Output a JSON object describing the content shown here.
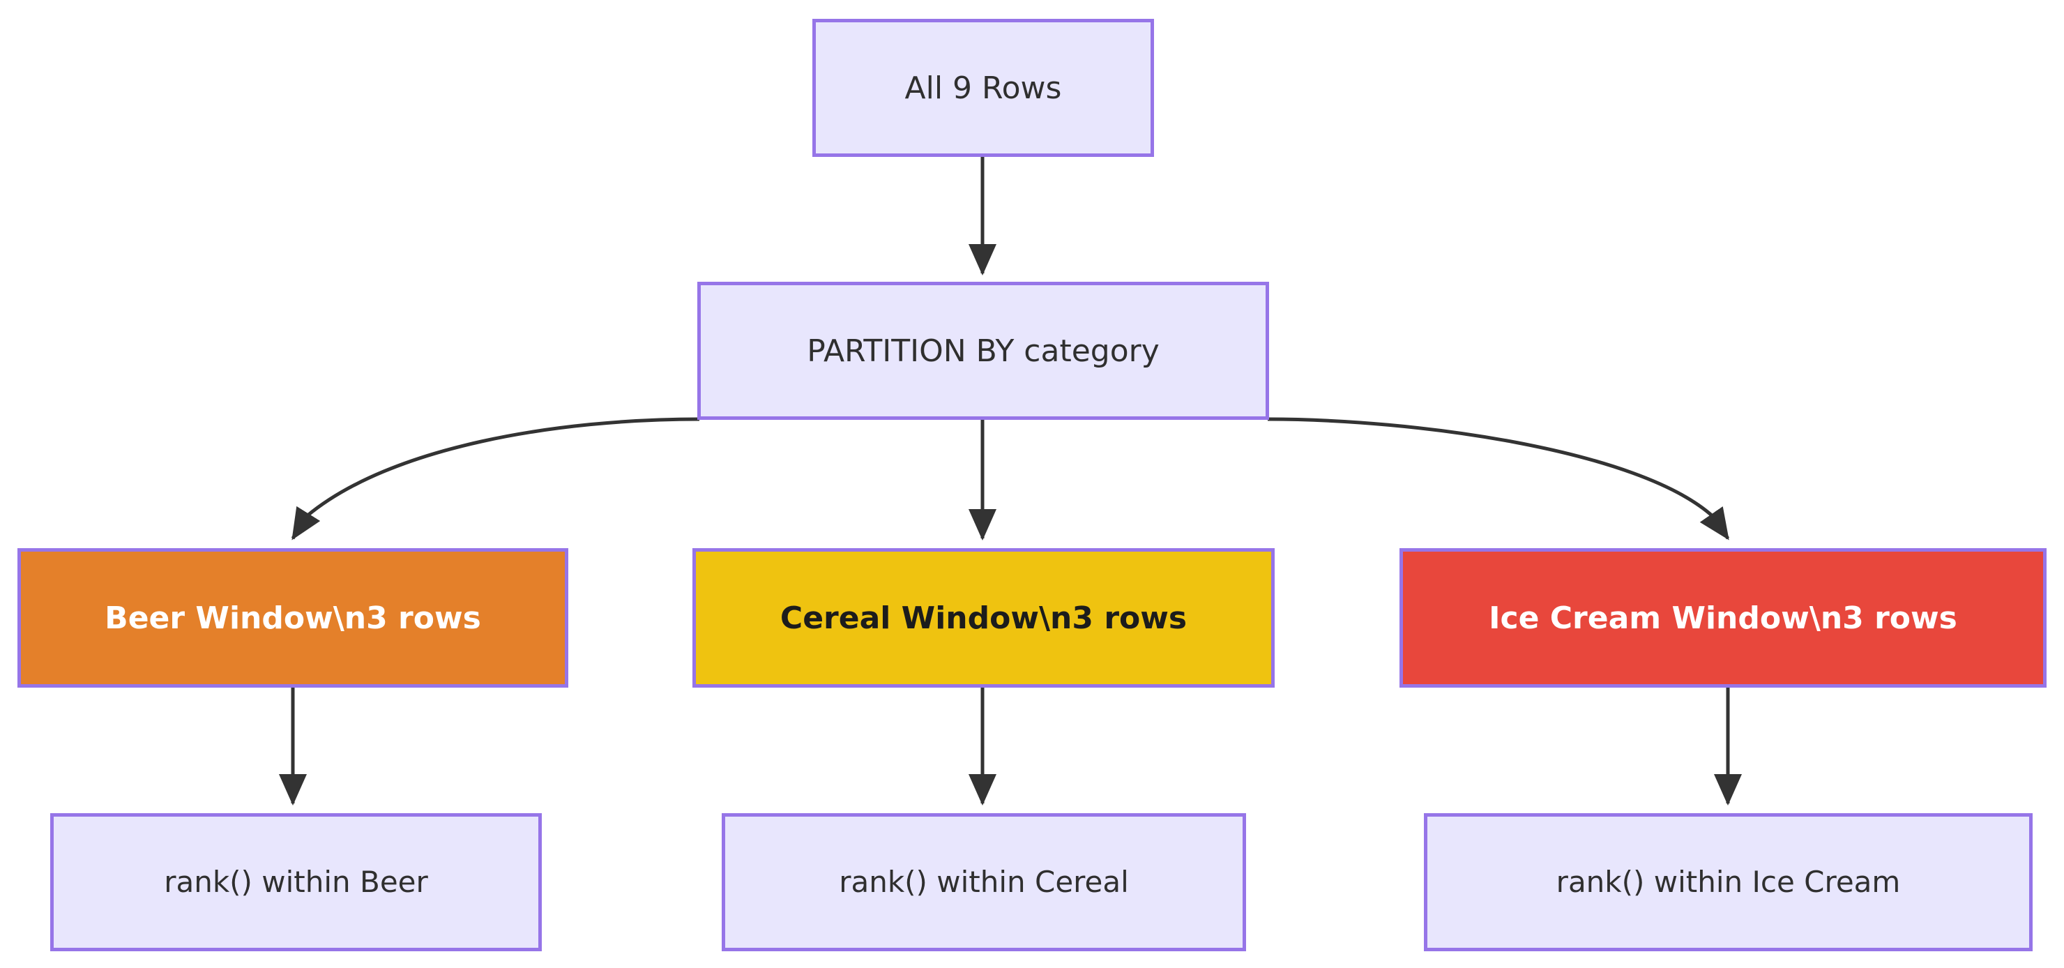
{
  "diagram": {
    "type": "flowchart",
    "direction": "top-down",
    "background_color": "#ffffff",
    "edge_color": "#333333",
    "nodes": [
      {
        "id": "source",
        "label": "All 9 Rows",
        "fill": "#e8e6fd",
        "stroke": "#9675e8",
        "text_color": "#2f2f2f"
      },
      {
        "id": "partition",
        "label": "PARTITION BY category",
        "fill": "#e8e6fd",
        "stroke": "#9675e8",
        "text_color": "#2f2f2f"
      },
      {
        "id": "window-beer",
        "label": "Beer Window\\n3 rows",
        "fill": "#e4802a",
        "stroke": "#9675e8",
        "text_color": "#ffffff"
      },
      {
        "id": "window-cereal",
        "label": "Cereal Window\\n3 rows",
        "fill": "#efc310",
        "stroke": "#9675e8",
        "text_color": "#1c1c1c"
      },
      {
        "id": "window-icecream",
        "label": "Ice Cream Window\\n3 rows",
        "fill": "#e8473c",
        "stroke": "#9675e8",
        "text_color": "#ffffff"
      },
      {
        "id": "result-beer",
        "label": "rank() within Beer",
        "fill": "#e8e6fd",
        "stroke": "#9675e8",
        "text_color": "#2f2f2f"
      },
      {
        "id": "result-cereal",
        "label": "rank() within Cereal",
        "fill": "#e8e6fd",
        "stroke": "#9675e8",
        "text_color": "#2f2f2f"
      },
      {
        "id": "result-icecream",
        "label": "rank() within Ice Cream",
        "fill": "#e8e6fd",
        "stroke": "#9675e8",
        "text_color": "#2f2f2f"
      }
    ],
    "edges": [
      {
        "from": "source",
        "to": "partition",
        "style": "straight-arrow"
      },
      {
        "from": "partition",
        "to": "window-beer",
        "style": "curved-arrow"
      },
      {
        "from": "partition",
        "to": "window-cereal",
        "style": "straight-arrow"
      },
      {
        "from": "partition",
        "to": "window-icecream",
        "style": "curved-arrow"
      },
      {
        "from": "window-beer",
        "to": "result-beer",
        "style": "straight-arrow"
      },
      {
        "from": "window-cereal",
        "to": "result-cereal",
        "style": "straight-arrow"
      },
      {
        "from": "window-icecream",
        "to": "result-icecream",
        "style": "straight-arrow"
      }
    ]
  }
}
